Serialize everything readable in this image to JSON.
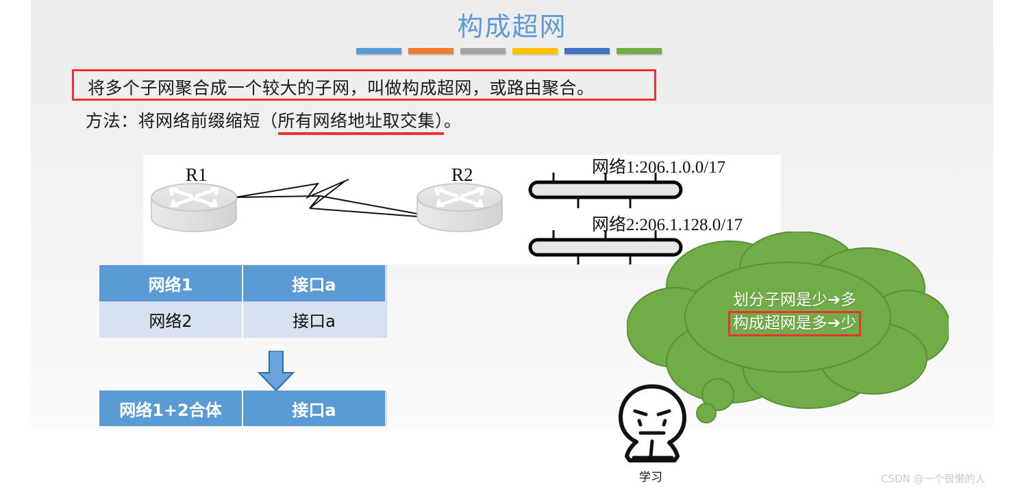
{
  "slide": {
    "title": "构成超网",
    "title_color": "#5b9bd5",
    "accent_bars": [
      {
        "name": "bar-blue",
        "color": "#5b9bd5"
      },
      {
        "name": "bar-orange",
        "color": "#ed7d31"
      },
      {
        "name": "bar-gray",
        "color": "#a5a5a5"
      },
      {
        "name": "bar-yellow",
        "color": "#ffc000"
      },
      {
        "name": "bar-navy",
        "color": "#4472c4"
      },
      {
        "name": "bar-green",
        "color": "#70ad47"
      }
    ],
    "body": {
      "line1": "将多个子网聚合成一个较大的子网，叫做构成超网，或路由聚合。",
      "line2_prefix": "方法：将网络前缀缩短（",
      "line2_underlined": "所有网络地址取交集）",
      "line2_suffix": "。",
      "highlight_color": "#f03030"
    }
  },
  "diagram": {
    "router_left": "R1",
    "router_right": "R2",
    "network1_label": "网络1:206.1.0.0/17",
    "network2_label": "网络2:206.1.128.0/17"
  },
  "table_before": {
    "rows": [
      {
        "network": "网络1",
        "interface": "接口a",
        "style": "header"
      },
      {
        "network": "网络2",
        "interface": "接口a",
        "style": "alt"
      }
    ]
  },
  "arrow": {
    "name": "down-arrow",
    "color": "#5b9bd5"
  },
  "table_after": {
    "rows": [
      {
        "network": "网络1+2合体",
        "interface": "接口a",
        "style": "header"
      }
    ]
  },
  "cloud": {
    "fill_color": "#70ad47",
    "line1": "划分子网是少➔多",
    "line2": "构成超网是多➔少"
  },
  "character": {
    "caption": "学习"
  },
  "watermark": "CSDN @一个很懒的人"
}
